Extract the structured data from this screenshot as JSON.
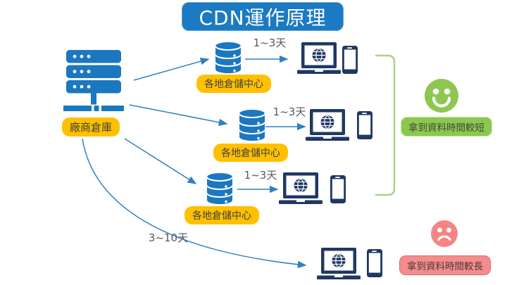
{
  "title": "CDN運作原理",
  "colors": {
    "title_blue": "#1B7AC1",
    "icon_blue": "#1B78C0",
    "arrow_blue": "#2E81C4",
    "device_navy": "#1F3864",
    "badge_yellow": "#FFC000",
    "happy_green": "#8DC751",
    "bracket_green": "#A9D18E",
    "sad_salmon": "#F58C8C",
    "badge_text_dark": "#404040"
  },
  "origin": {
    "label": "廠商倉庫",
    "icon": "server-rack-icon"
  },
  "warehouses": [
    {
      "label": "各地倉儲中心",
      "arrow_label": "1~3天",
      "icon": "database-icon"
    },
    {
      "label": "各地倉儲中心",
      "arrow_label": "1~3天",
      "icon": "database-icon"
    },
    {
      "label": "各地倉儲中心",
      "arrow_label": "1~3天",
      "icon": "database-icon"
    }
  ],
  "slow_path": {
    "arrow_label": "3~10天"
  },
  "outcomes": {
    "fast": {
      "label": "拿到資料時間較短",
      "icon": "happy-face-icon"
    },
    "slow": {
      "label": "拿到資料時間較長",
      "icon": "sad-face-icon"
    }
  },
  "client_devices": {
    "icons": [
      "laptop-globe-icon",
      "smartphone-icon"
    ]
  }
}
